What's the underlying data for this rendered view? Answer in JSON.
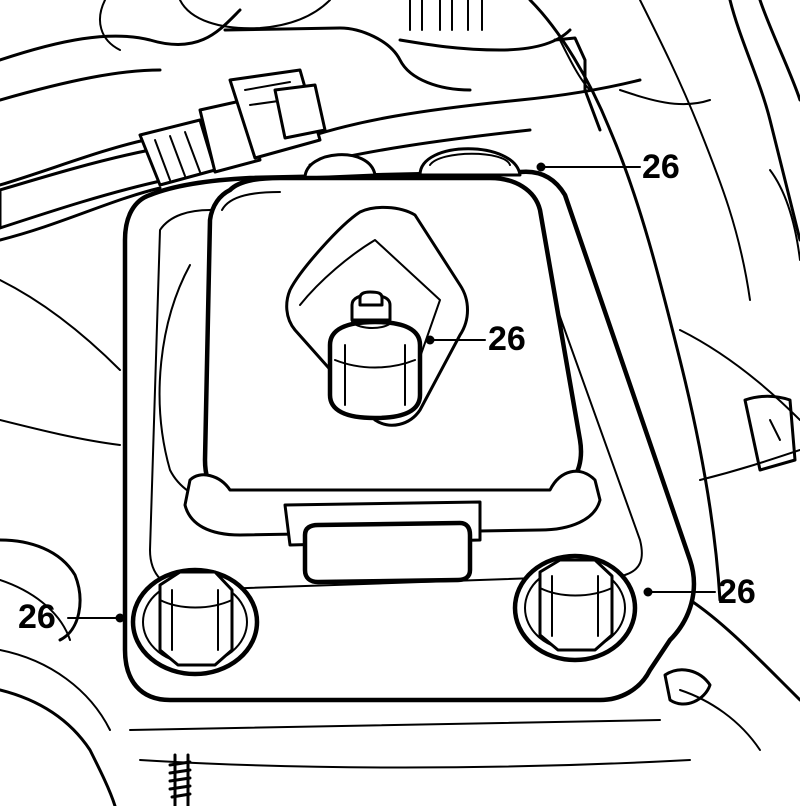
{
  "colors": {
    "line": "#000000",
    "background": "#ffffff"
  },
  "callouts": [
    {
      "id": "top-right",
      "label": "26"
    },
    {
      "id": "center",
      "label": "26"
    },
    {
      "id": "bottom-left",
      "label": "26"
    },
    {
      "id": "bottom-right",
      "label": "26"
    }
  ]
}
